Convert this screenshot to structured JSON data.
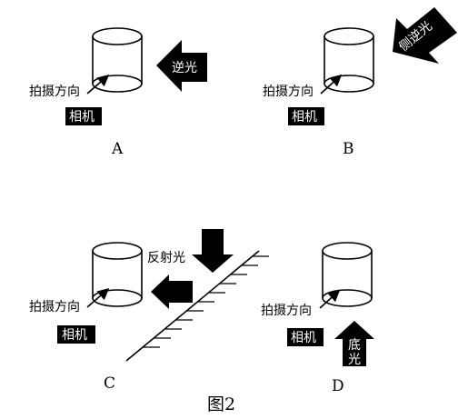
{
  "camera_label": "相机",
  "direction_label": "拍摄方向",
  "panels": [
    {
      "letter": "A",
      "light_label": "逆光"
    },
    {
      "letter": "B",
      "light_label": "侧逆光"
    },
    {
      "letter": "C",
      "light_label": "反射光"
    },
    {
      "letter": "D",
      "light_label_top": "底",
      "light_label_bottom": "光"
    }
  ],
  "caption": "图2"
}
